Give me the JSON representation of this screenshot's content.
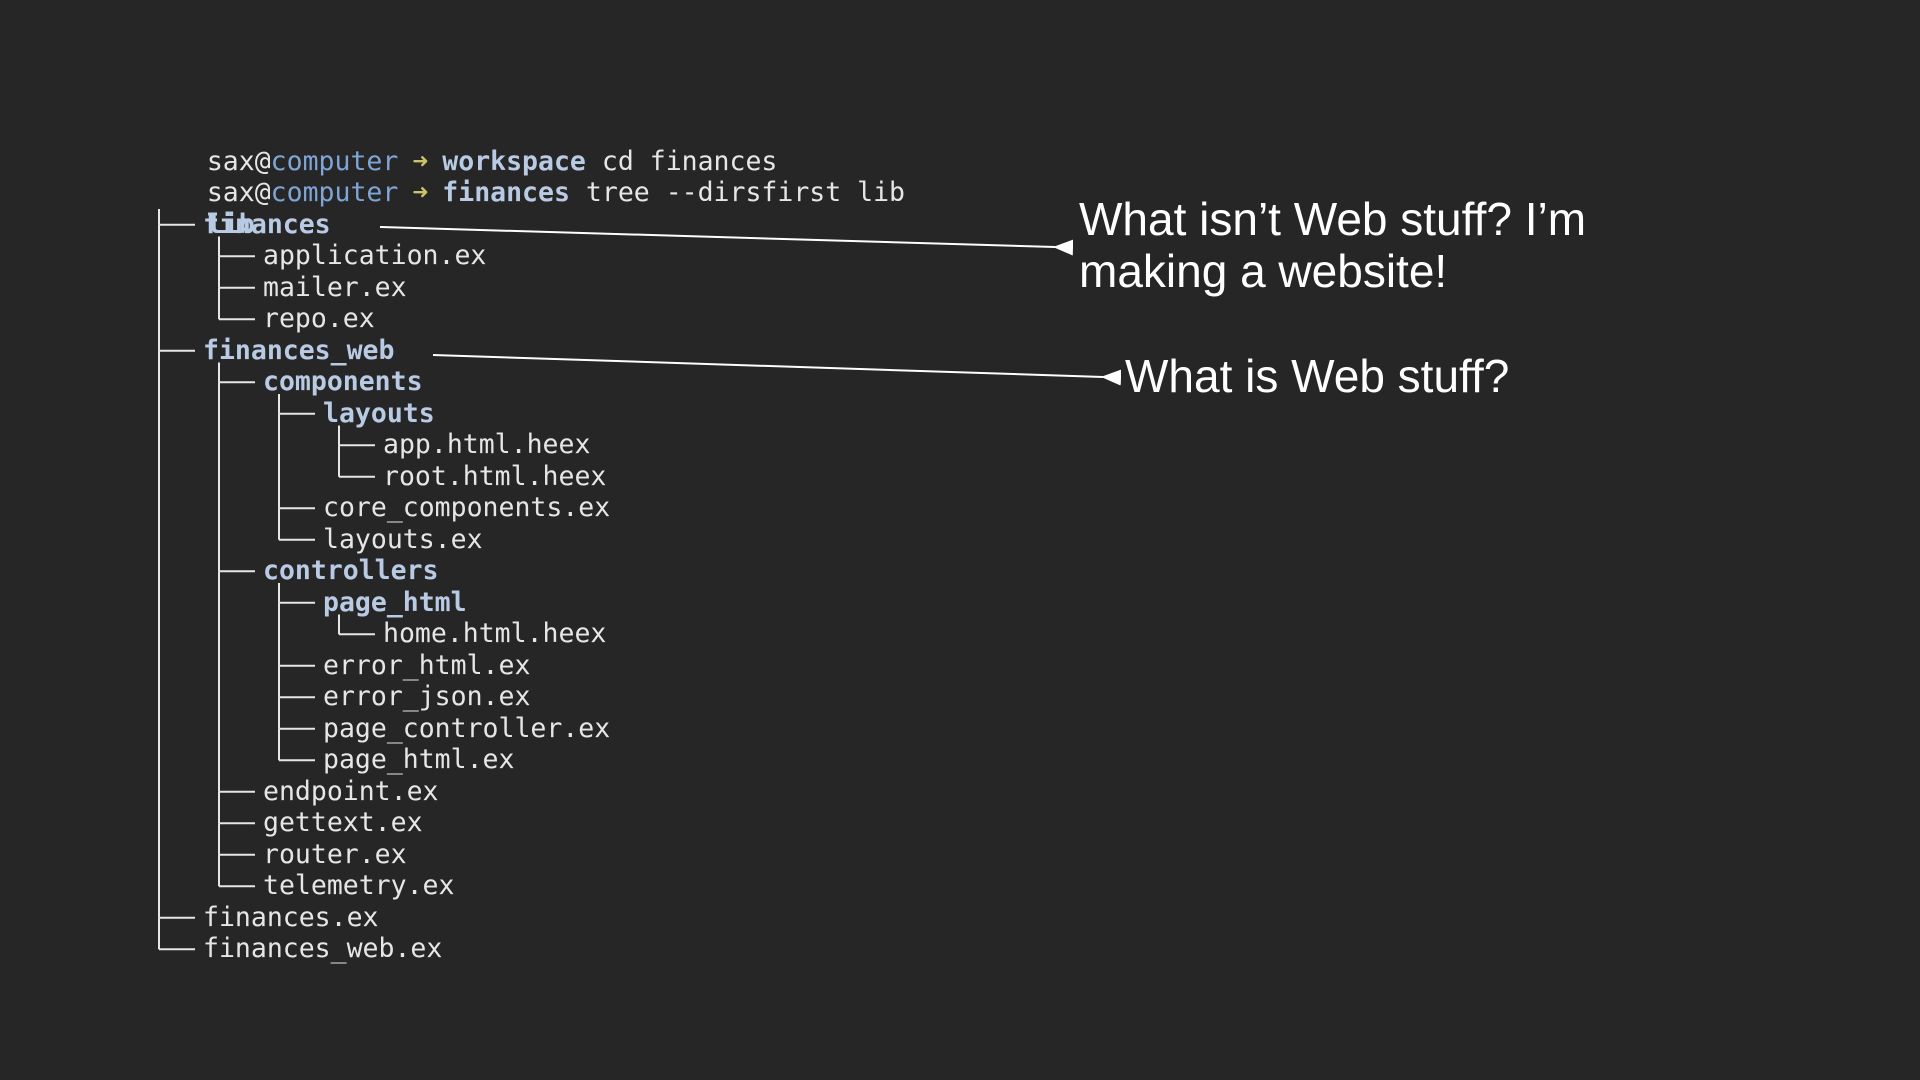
{
  "terminal": {
    "prompt_user": "sax",
    "prompt_at": "@",
    "prompt_host": "computer",
    "prompt_arrow": "➜",
    "commands": [
      {
        "cwd": "workspace",
        "command": "cd finances"
      },
      {
        "cwd": "finances",
        "command": "tree --dirsfirst lib"
      }
    ],
    "root": "lib",
    "tree": [
      {
        "label": "finances",
        "depth": 1,
        "dir": true
      },
      {
        "label": "application.ex",
        "depth": 2,
        "dir": false
      },
      {
        "label": "mailer.ex",
        "depth": 2,
        "dir": false
      },
      {
        "label": "repo.ex",
        "depth": 2,
        "dir": false
      },
      {
        "label": "finances_web",
        "depth": 1,
        "dir": true
      },
      {
        "label": "components",
        "depth": 2,
        "dir": true
      },
      {
        "label": "layouts",
        "depth": 3,
        "dir": true
      },
      {
        "label": "app.html.heex",
        "depth": 4,
        "dir": false
      },
      {
        "label": "root.html.heex",
        "depth": 4,
        "dir": false
      },
      {
        "label": "core_components.ex",
        "depth": 3,
        "dir": false
      },
      {
        "label": "layouts.ex",
        "depth": 3,
        "dir": false
      },
      {
        "label": "controllers",
        "depth": 2,
        "dir": true
      },
      {
        "label": "page_html",
        "depth": 3,
        "dir": true
      },
      {
        "label": "home.html.heex",
        "depth": 4,
        "dir": false
      },
      {
        "label": "error_html.ex",
        "depth": 3,
        "dir": false
      },
      {
        "label": "error_json.ex",
        "depth": 3,
        "dir": false
      },
      {
        "label": "page_controller.ex",
        "depth": 3,
        "dir": false
      },
      {
        "label": "page_html.ex",
        "depth": 3,
        "dir": false
      },
      {
        "label": "endpoint.ex",
        "depth": 2,
        "dir": false
      },
      {
        "label": "gettext.ex",
        "depth": 2,
        "dir": false
      },
      {
        "label": "router.ex",
        "depth": 2,
        "dir": false
      },
      {
        "label": "telemetry.ex",
        "depth": 2,
        "dir": false
      },
      {
        "label": "finances.ex",
        "depth": 1,
        "dir": false
      },
      {
        "label": "finances_web.ex",
        "depth": 1,
        "dir": false
      }
    ]
  },
  "annotations": {
    "first": "What isn’t Web stuff? I’m making a website!",
    "second": "What is Web stuff?"
  },
  "colors": {
    "background": "#262626",
    "host": "#7fa4d6",
    "directory": "#b9cbe4",
    "prompt_arrow": "#c9c269",
    "text": "#e6e6e6"
  }
}
